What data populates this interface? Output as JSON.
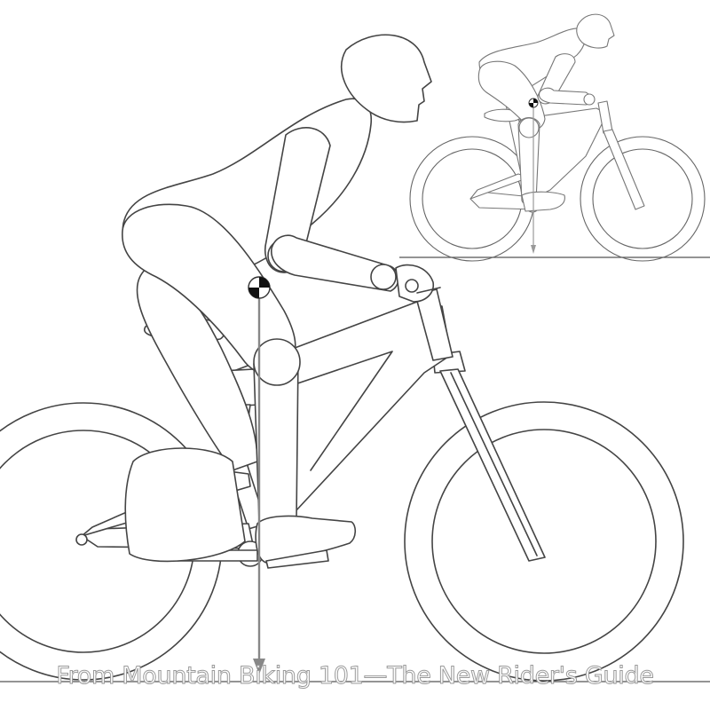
{
  "caption": "From Mountain Biking 101—The New Rider's Guide",
  "colors": {
    "line": "#444444",
    "plumb_line": "#888888",
    "caption_outline": "#9a9a9a",
    "background": "#ffffff"
  },
  "icons": [
    "center-of-gravity-marker",
    "plumb-line-arrow"
  ]
}
